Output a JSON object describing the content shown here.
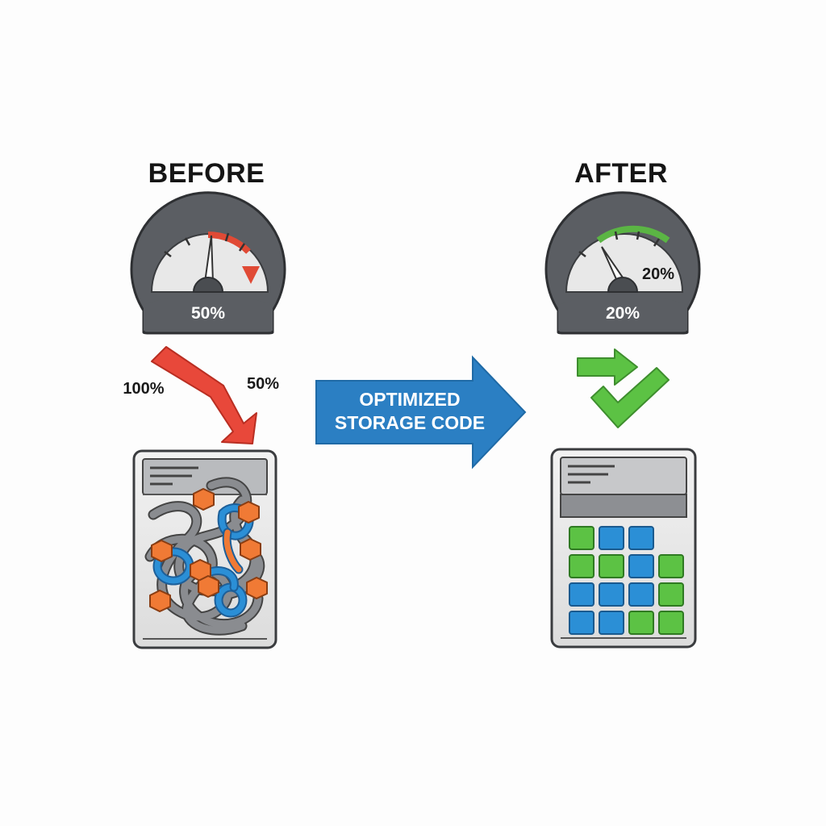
{
  "before": {
    "heading": "BEFORE",
    "gauge_readout": "50%",
    "drop_start_label": "100%",
    "drop_end_label": "50%",
    "indicator_color": "#e04a35"
  },
  "transition": {
    "label_line1": "OPTIMIZED",
    "label_line2": "STORAGE CODE",
    "arrow_color": "#2b7fc3"
  },
  "after": {
    "heading": "AFTER",
    "gauge_readout": "20%",
    "gauge_label": "20%",
    "indicator_color": "#5bb544"
  },
  "storage_after": {
    "rows": [
      [
        "green",
        "blue",
        "blue",
        "empty"
      ],
      [
        "green",
        "green",
        "blue",
        "green"
      ],
      [
        "blue",
        "blue",
        "blue",
        "green"
      ],
      [
        "blue",
        "blue",
        "green",
        "green"
      ]
    ]
  },
  "colors": {
    "gauge_body": "#5b5e63",
    "gauge_face": "#e6e6e6",
    "block_orange": "#f07a35",
    "block_blue": "#2b8fd6",
    "block_green": "#5cc244"
  }
}
